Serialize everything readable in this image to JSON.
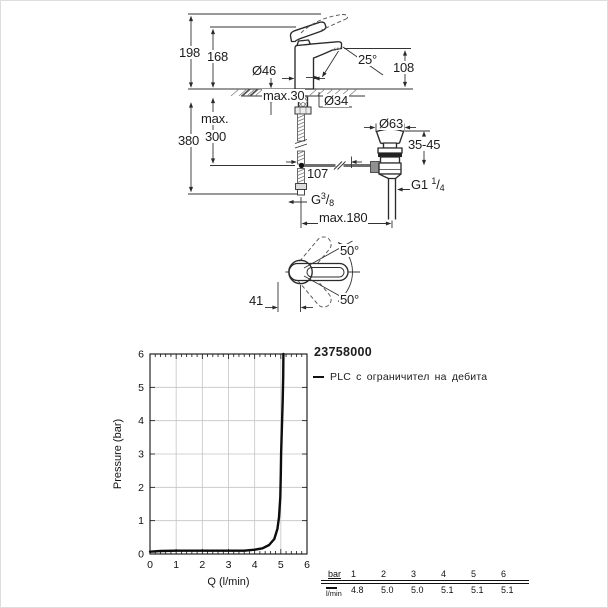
{
  "drawing": {
    "height_total": "198",
    "height_spout_top": "168",
    "max_word": "max.",
    "under_deck_300": "300",
    "under_deck_380": "380",
    "deck_thickness": "max.30",
    "base_diameter": "Ø46",
    "stream_angle": "25°",
    "spout_height": "108",
    "hole_diameter": "Ø34",
    "rod_offset": "107",
    "waste_diameter": "Ø63",
    "mount_range": "35-45",
    "rod_length": "max.180",
    "hose_thread": {
      "base": "G",
      "num": "3",
      "slash": "/",
      "den": "8"
    },
    "waste_thread": {
      "base": "G1",
      "num": "1",
      "slash": "/",
      "den": "4"
    },
    "swing_upper": "50°",
    "swing_lower": "50°",
    "center_offset": "41"
  },
  "chart_data": {
    "type": "line",
    "title": "23758000",
    "xlabel": "Q (l/min)",
    "ylabel": "Pressure (bar)",
    "xlim": [
      0,
      6
    ],
    "ylim": [
      0,
      6
    ],
    "xticks": [
      0,
      1,
      2,
      3,
      4,
      5,
      6
    ],
    "yticks": [
      0,
      1,
      2,
      3,
      4,
      5,
      6
    ],
    "grid": true,
    "legend": [
      "PLC с ограничител на дебита"
    ],
    "legend_position": "top-right-outside",
    "series": [
      {
        "name": "PLC с ограничител на дебита",
        "points": [
          [
            0,
            0.07
          ],
          [
            0.4,
            0.09
          ],
          [
            1,
            0.1
          ],
          [
            2,
            0.1
          ],
          [
            3,
            0.1
          ],
          [
            3.6,
            0.1
          ],
          [
            4,
            0.13
          ],
          [
            4.3,
            0.17
          ],
          [
            4.55,
            0.27
          ],
          [
            4.75,
            0.45
          ],
          [
            4.87,
            0.75
          ],
          [
            4.93,
            1.1
          ],
          [
            4.98,
            1.7
          ],
          [
            5.0,
            2.4
          ],
          [
            5.01,
            3.0
          ],
          [
            5.04,
            3.8
          ],
          [
            5.07,
            4.6
          ],
          [
            5.09,
            5.3
          ],
          [
            5.1,
            6.0
          ]
        ]
      }
    ],
    "flow_table": {
      "header_label": "bar",
      "unit_row_label": "l/min",
      "pressures": [
        "1",
        "2",
        "3",
        "4",
        "5",
        "6"
      ],
      "flows": [
        "4.8",
        "5.0",
        "5.0",
        "5.1",
        "5.1",
        "5.1"
      ]
    }
  }
}
